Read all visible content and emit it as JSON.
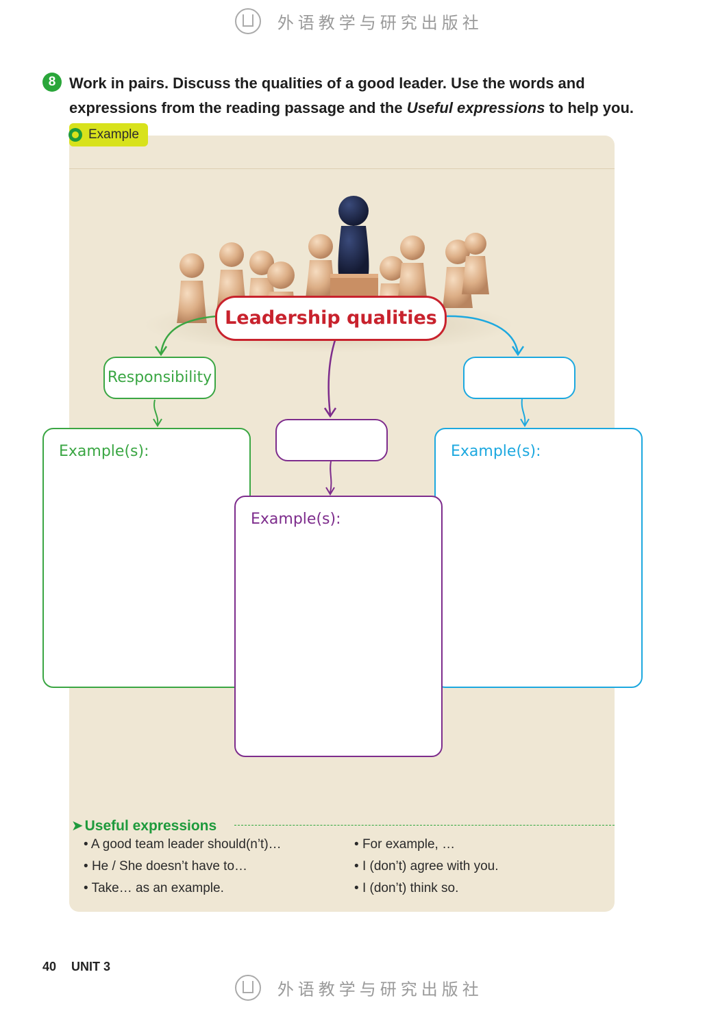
{
  "publisher": {
    "name": "外语教学与研究出版社"
  },
  "task": {
    "number": "8",
    "instruction_part1": "Work in pairs. Discuss the qualities of a good leader. Use the words and expressions from the reading passage and the ",
    "instruction_emphasis": "Useful expressions",
    "instruction_part2": " to help you.",
    "example_label": "Example"
  },
  "mindmap": {
    "center": "Leadership qualities",
    "nodes": {
      "green": "Responsibility",
      "purple": "",
      "blue": ""
    },
    "example_label": "Example(s):"
  },
  "useful_expressions": {
    "title": "Useful expressions",
    "left": [
      "A good team leader should(n’t)…",
      "He / She doesn’t have to…",
      "Take… as an example."
    ],
    "right": [
      "For example, …",
      "I (don’t) agree with you.",
      "I (don’t) think so."
    ]
  },
  "footer": {
    "page": "40",
    "unit": "UNIT 3"
  },
  "colors": {
    "green": "#3aa643",
    "purple": "#7d2c8c",
    "blue": "#1ca8df",
    "red": "#c8222d",
    "panel": "#efe7d4"
  }
}
